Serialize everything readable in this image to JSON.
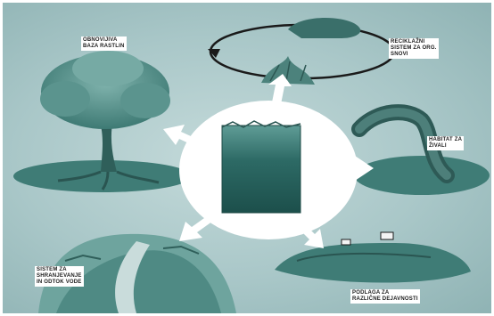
{
  "labels": {
    "tree": [
      "OBNOVIJIVA",
      "BAZA RASTLIN"
    ],
    "decomposition": [
      "RECIKLAŽNI",
      "SISTEM ZA ORG.",
      "SNOVI"
    ],
    "habitat": [
      "HABITAT ZA",
      "ŽIVALI"
    ],
    "water": [
      "SISTEM ZA",
      "SHRANJEVANJE",
      "IN ODTOK VODE"
    ],
    "infrastructure": [
      "PODLAGA ZA",
      "RAZLIČNE DEJAVNOSTI"
    ]
  },
  "colors": {
    "background": "#a9c7c8",
    "center_oval": "#ffffff",
    "soil": "#2d6a65",
    "arrow": "#ffffff",
    "foliage": "#4f8a84",
    "text": "#1c1c1c"
  }
}
